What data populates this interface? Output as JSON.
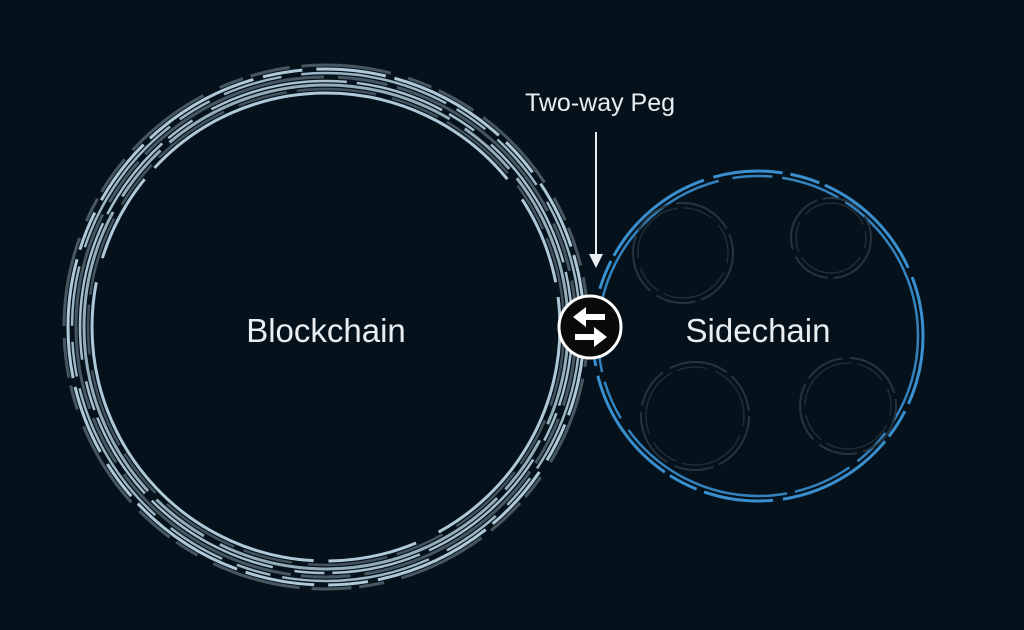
{
  "diagram": {
    "peg_label": "Two-way Peg",
    "blockchain_label": "Blockchain",
    "sidechain_label": "Sidechain",
    "peg_icon": "swap-arrows-icon",
    "colors": {
      "background": "#06121b",
      "blockchain_ring": "#b9d4e3",
      "blockchain_ring_dark": "#4f5f69",
      "sidechain_ring": "#3a8fcf",
      "sidechain_inner_rings": "#2a3942",
      "text": "#e8eef2",
      "peg_badge": "#0a0a0a"
    }
  }
}
